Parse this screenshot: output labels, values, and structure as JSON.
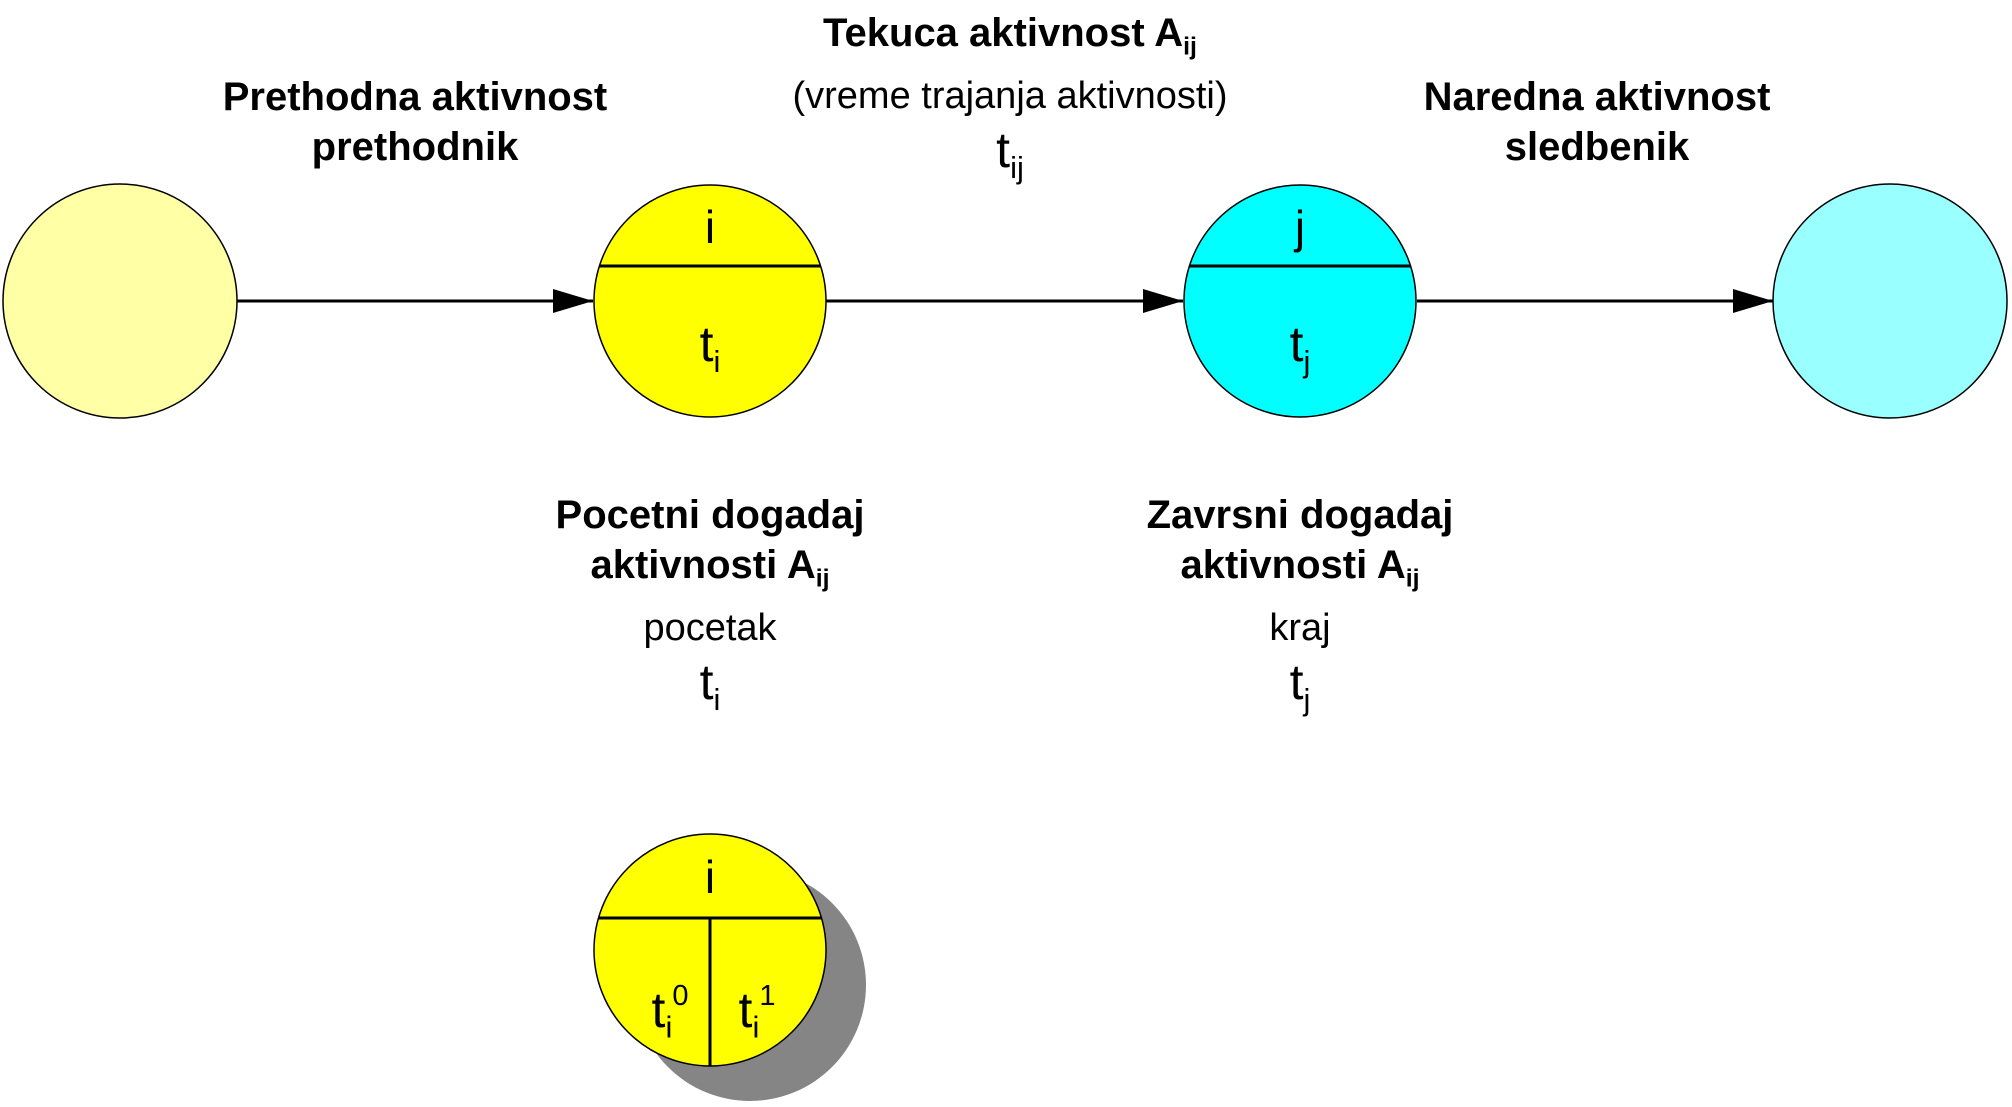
{
  "colors": {
    "prev_node": "#ffffa6",
    "start_node": "#ffff00",
    "end_node": "#00ffff",
    "next_node": "#99ffff",
    "shadow": "#858585",
    "stroke": "#000000"
  },
  "labels": {
    "current_activity": {
      "title": "Tekuca aktivnost A",
      "title_sub": "ij",
      "subtitle": "(vreme trajanja aktivnosti)",
      "t": "t",
      "t_sub": "ij"
    },
    "previous": {
      "line1": "Prethodna aktivnost",
      "line2": "prethodnik"
    },
    "next": {
      "line1": "Naredna aktivnost",
      "line2": "sledbenik"
    },
    "start_event": {
      "line1": "Pocetni dogadaj",
      "line2": "aktivnosti A",
      "line2_sub": "ij",
      "line3": "pocetak",
      "t": "t",
      "t_sub": "i"
    },
    "end_event": {
      "line1": "Zavrsni dogadaj",
      "line2": "aktivnosti A",
      "line2_sub": "ij",
      "line3": "kraj",
      "t": "t",
      "t_sub": "j"
    }
  },
  "nodes": {
    "start": {
      "top": "i",
      "t": "t",
      "t_sub": "i"
    },
    "end": {
      "top": "j",
      "t": "t",
      "t_sub": "j"
    },
    "detail": {
      "top": "i",
      "left_t": "t",
      "left_sub": "i",
      "left_sup": "0",
      "right_t": "t",
      "right_sub": "i",
      "right_sup": "1"
    }
  }
}
